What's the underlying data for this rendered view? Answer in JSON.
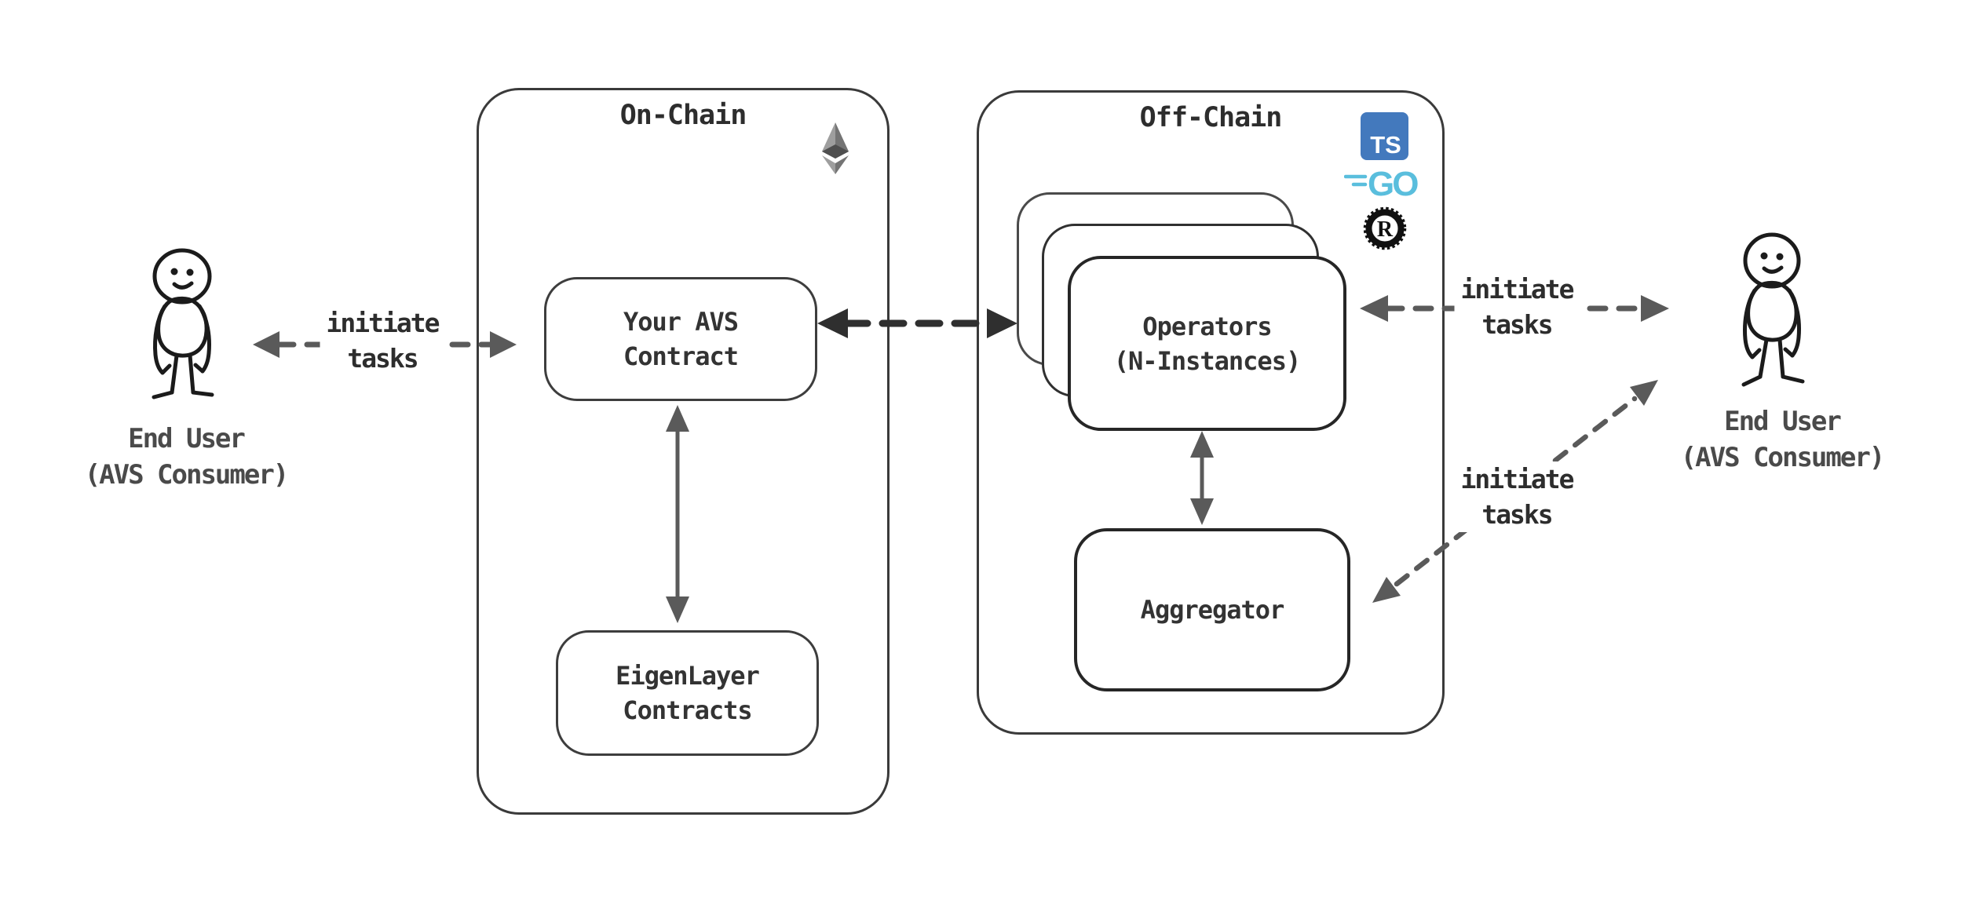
{
  "users": {
    "left": {
      "line1": "End User",
      "line2": "(AVS Consumer)"
    },
    "right": {
      "line1": "End User",
      "line2": "(AVS Consumer)"
    }
  },
  "containers": {
    "on_chain": {
      "title": "On-Chain"
    },
    "off_chain": {
      "title": "Off-Chain"
    }
  },
  "nodes": {
    "avs_contract": {
      "line1": "Your AVS",
      "line2": "Contract"
    },
    "eigenlayer": {
      "line1": "EigenLayer",
      "line2": "Contracts"
    },
    "operators": {
      "line1": "Operators",
      "line2": "(N-Instances)"
    },
    "aggregator": {
      "label": "Aggregator"
    }
  },
  "arrow_labels": {
    "left": {
      "line1": "initiate",
      "line2": "tasks"
    },
    "right_top": {
      "line1": "initiate",
      "line2": "tasks"
    },
    "right_bottom": {
      "line1": "initiate",
      "line2": "tasks"
    }
  },
  "icons": {
    "ethereum": "ethereum-logo",
    "typescript_text": "TS",
    "go_text": "GO",
    "rust_text": "R"
  },
  "colors": {
    "background": "#ffffff",
    "ink": "#2d2d2d",
    "muted_ink": "#4a4a4a",
    "border_dark": "#262626",
    "border_mid": "#3a3a3a",
    "arrow_gray": "#5a5a5a",
    "arrow_dark": "#2f2f2f",
    "ts_blue": "#4379bd",
    "go_blue": "#5abedd",
    "rust_black": "#111111",
    "eth_light": "#9e9e9e",
    "eth_mid": "#747474",
    "eth_dark": "#4f4f4f"
  }
}
